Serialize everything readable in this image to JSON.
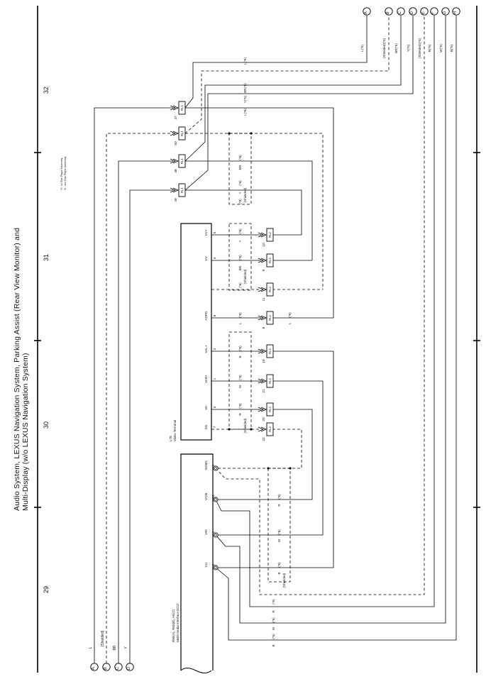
{
  "title": {
    "line1": "Audio System, LEXUS Navigation System, Parking Assist (Rear View Monitor) and",
    "line2": "Multi-Display (w/o LEXUS Navigation System)"
  },
  "page_numbers": [
    "29",
    "30",
    "31",
    "32"
  ],
  "notes": [
    "*5 : w/ Disc Player Assembly",
    "*6 : w/o Disc Player Assembly"
  ],
  "left_connectors": [
    {
      "letter": "A",
      "wire": "L"
    },
    {
      "letter": "B",
      "wire": "(Shielded)"
    },
    {
      "letter": "C",
      "wire": "BR"
    },
    {
      "letter": "D",
      "wire": "Y"
    }
  ],
  "top_connectors": [
    {
      "letter": "A",
      "wire": "L(*5)"
    },
    {
      "letter": "B",
      "wire": "(Shielded)(*5)"
    },
    {
      "letter": "C",
      "wire": "BR(*5)"
    },
    {
      "letter": "D",
      "wire": "Y(*5)"
    },
    {
      "letter": "E",
      "wire": "(Shielded)(*5)"
    },
    {
      "letter": "F",
      "wire": "R(*5)"
    },
    {
      "letter": "G",
      "wire": "W(*5)"
    },
    {
      "letter": "H",
      "wire": "B(*5)"
    }
  ],
  "components": {
    "mic": {
      "line1": "R80(A), R60(B), H1(C)",
      "line2": "Multi-media Interface ECU"
    },
    "video": {
      "line1": "L78",
      "line2": "Video Terminal"
    }
  },
  "mic_pins": [
    {
      "name": "SGND",
      "num": "2"
    },
    {
      "name": "VGN",
      "num": "10"
    },
    {
      "name": "VRI",
      "num": "1"
    },
    {
      "name": "VLI",
      "num": "9"
    }
  ],
  "video_pins": [
    {
      "name": "VV+",
      "num": "5"
    },
    {
      "name": "VV-",
      "num": "4"
    },
    {
      "name": "ADPG",
      "num": "8"
    },
    {
      "name": "VAL+",
      "num": "2"
    },
    {
      "name": "VAR+",
      "num": "1"
    },
    {
      "name": "VA-",
      "num": "3"
    },
    {
      "name": "SG",
      "num": "7"
    }
  ],
  "splice_connectors": [
    {
      "code": "RL1",
      "num": "47"
    },
    {
      "code": "RL1",
      "num": "50"
    },
    {
      "code": "RL1",
      "num": "48"
    },
    {
      "code": "RL1",
      "num": "49"
    },
    {
      "code": "RL2",
      "num": "10"
    },
    {
      "code": "RL2",
      "num": "9"
    },
    {
      "code": "RL2",
      "num": "11"
    },
    {
      "code": "RL2",
      "num": "8"
    },
    {
      "code": "RL2",
      "num": "19"
    },
    {
      "code": "RL2",
      "num": "21"
    },
    {
      "code": "RL2",
      "num": "20"
    },
    {
      "code": "RL2",
      "num": "22"
    }
  ],
  "wire_labels": {
    "L": "L",
    "Y": "Y",
    "BR": "BR",
    "B": "B",
    "W": "W",
    "R": "R",
    "L5": "L(*5)",
    "L6": "L(*6)",
    "Y5": "Y(*5)",
    "BR5": "BR(*5)",
    "shielded": "(Shielded)",
    "n6": "(*6)",
    "n5": "(*5)"
  }
}
